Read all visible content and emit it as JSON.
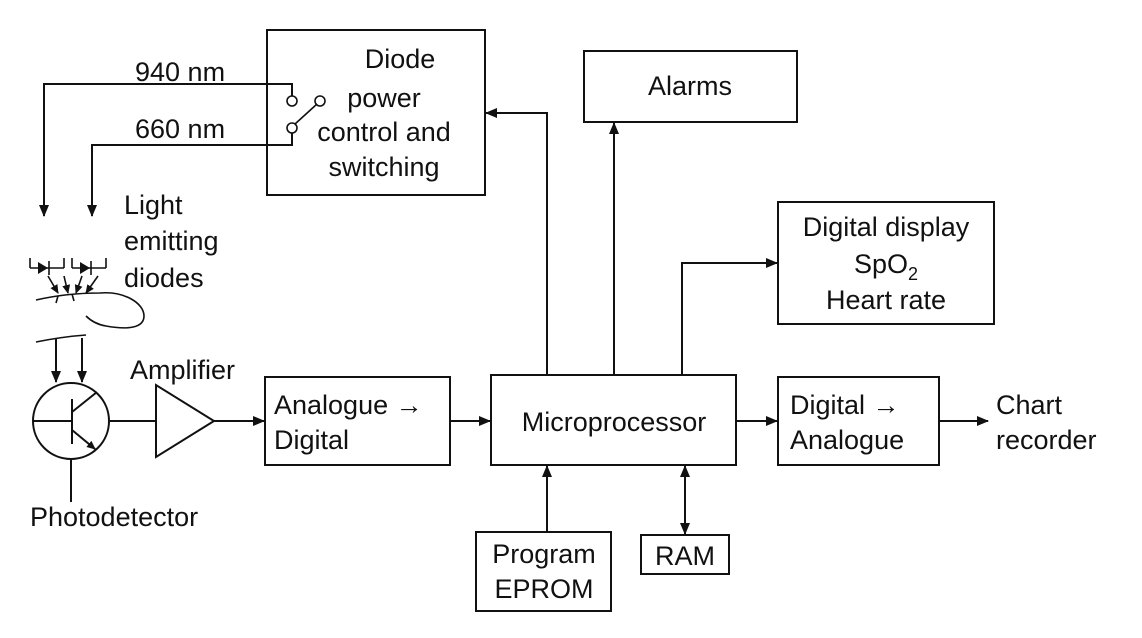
{
  "labels": {
    "wl_940": "940 nm",
    "wl_660": "660 nm",
    "diode_power": [
      "Diode",
      "power",
      "control and",
      "switching"
    ],
    "alarms": "Alarms",
    "led": [
      "Light",
      "emitting",
      "diodes"
    ],
    "digital_display": [
      "Digital display",
      "SpO",
      "2",
      "Heart rate"
    ],
    "amplifier": "Amplifier",
    "adc": [
      "Analogue →",
      "Digital"
    ],
    "microprocessor": "Microprocessor",
    "dac": [
      "Digital →",
      "Analogue"
    ],
    "chart_recorder": [
      "Chart",
      "recorder"
    ],
    "photodetector": "Photodetector",
    "program_eprom": [
      "Program",
      "EPROM"
    ],
    "ram": "RAM"
  }
}
